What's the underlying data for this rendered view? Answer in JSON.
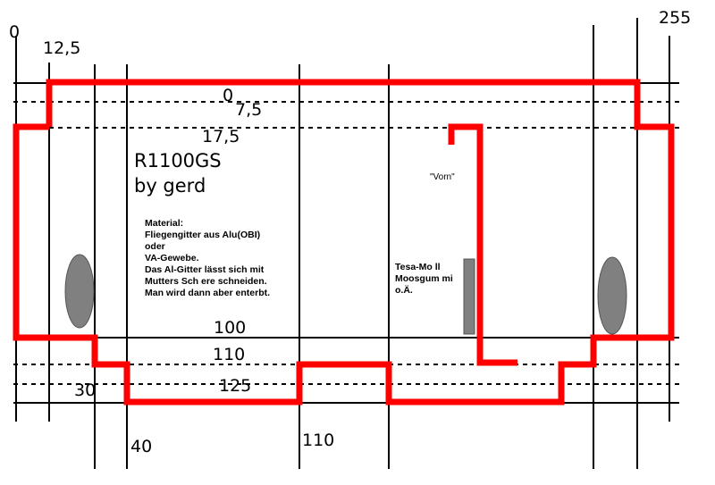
{
  "labels": {
    "l0": "0",
    "l255": "255",
    "l12_5": "12,5",
    "l0b": "0",
    "l7_5": "7,5",
    "l17_5": "17,5",
    "l100": "100",
    "l110a": "110",
    "l125": "125",
    "l30": "30",
    "l40": "40",
    "l110b": "110"
  },
  "title": {
    "line1": "R1100GS",
    "line2": "by gerd"
  },
  "material_note": [
    "Material:",
    "Fliegengitter aus Alu(OBI)",
    "oder",
    "VA-Gewebe.",
    "Das Al-Gitter lässt sich mit",
    "Mutters Sch ere schneiden.",
    "Man wird dann aber enterbt."
  ],
  "tesa_note": [
    "Tesa-Mo ll",
    "Moosgum mi",
    "o.Ä."
  ],
  "vorn": "\"Vorn\"",
  "colors": {
    "outline": "#ff0000",
    "grid": "#000000",
    "oval": "#808080",
    "strip": "#808080"
  }
}
